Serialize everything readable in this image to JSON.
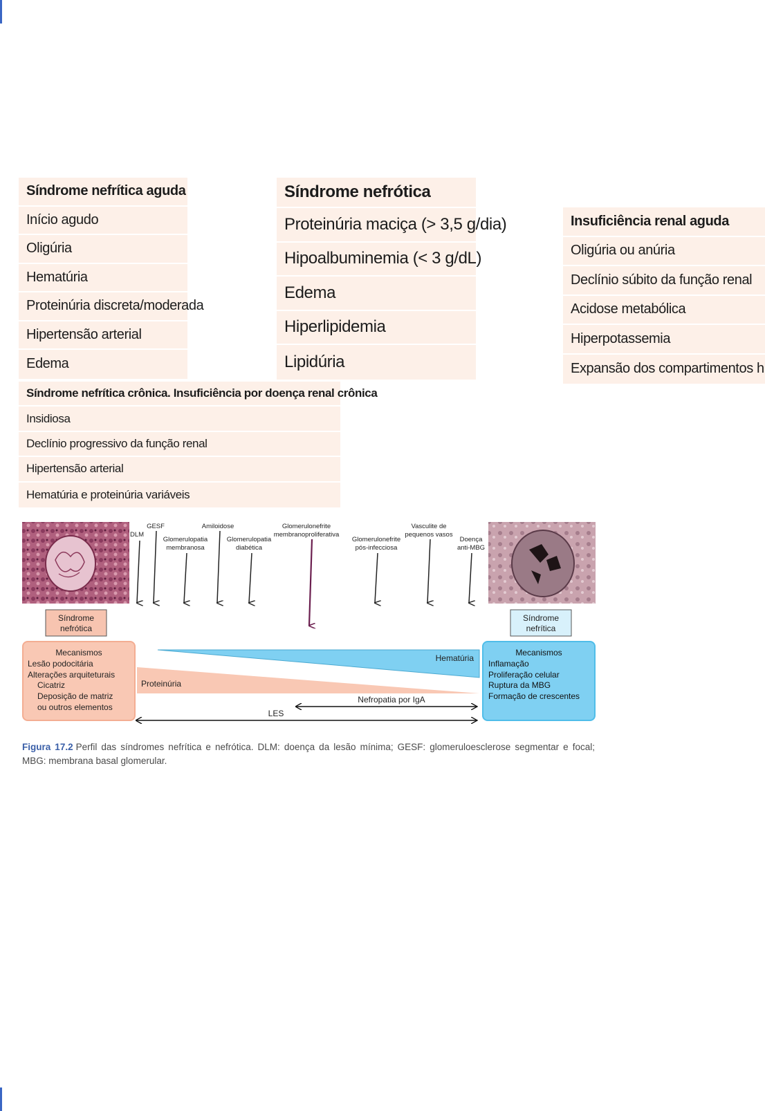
{
  "tables": {
    "acute_nephritic": {
      "header": "Síndrome nefrítica aguda",
      "rows": [
        "Início agudo",
        "Oligúria",
        "Hematúria",
        "Proteinúria discreta/moderada",
        "Hipertensão arterial",
        "Edema"
      ]
    },
    "nephrotic": {
      "header": "Síndrome nefrótica",
      "rows": [
        "Proteinúria maciça (> 3,5 g/dia)",
        "Hipoalbuminemia (< 3 g/dL)",
        "Edema",
        "Hiperlipidemia",
        "Lipidúria"
      ]
    },
    "acute_renal_failure": {
      "header": "Insuficiência renal aguda",
      "rows": [
        "Oligúria ou anúria",
        "Declínio súbito da função renal",
        "Acidose metabólica",
        "Hiperpotassemia",
        "Expansão dos compartimentos hídricos"
      ]
    },
    "chronic_nephritic": {
      "header": "Síndrome nefrítica crônica. Insuficiência por doença renal crônica",
      "rows": [
        "Insidiosa",
        "Declínio progressivo da função renal",
        "Hipertensão arterial",
        "Hematúria e proteinúria variáveis"
      ]
    }
  },
  "diagram": {
    "diseases": {
      "dlm": "DLM",
      "gesf": "GESF",
      "gm_1": "Glomerulopatia",
      "gm_2": "membranosa",
      "amiloidose": "Amiloidose",
      "gd_1": "Glomerulopatia",
      "gd_2": "diabética",
      "gnmp_1": "Glomerulonefrite",
      "gnmp_2": "membranoproliferativa",
      "gnpi_1": "Glomerulonefrite",
      "gnpi_2": "pós-infecciosa",
      "vasc_1": "Vasculite de",
      "vasc_2": "pequenos vasos",
      "mbg_1": "Doença",
      "mbg_2": "anti-MBG"
    },
    "nephrotic_label_1": "Síndrome",
    "nephrotic_label_2": "nefrótica",
    "nephritic_label_1": "Síndrome",
    "nephritic_label_2": "nefrítica",
    "left_box": {
      "title": "Mecanismos",
      "items": [
        "Lesão podocitária",
        "Alterações arquiteturais",
        "Cicatriz",
        "Deposição de matriz",
        "ou outros elementos"
      ]
    },
    "right_box": {
      "title": "Mecanismos",
      "items": [
        "Inflamação",
        "Proliferação celular",
        "Ruptura da MBG",
        "Formação de crescentes"
      ]
    },
    "hematuria": "Hematúria",
    "proteinuria": "Proteinúria",
    "iga": "Nefropatia por IgA",
    "les": "LES",
    "colors": {
      "nephrotic_fill": "#f9c8b4",
      "nephritic_fill": "#7fd0f2",
      "gnmp_arrow": "#6b1f4f"
    }
  },
  "caption": {
    "label": "Figura 17.2",
    "text": "Perfil das síndromes nefrítica e nefrótica. DLM: doença da lesão mínima; GESF: glomeruloesclerose segmentar e focal; MBG: membrana basal glomerular."
  }
}
